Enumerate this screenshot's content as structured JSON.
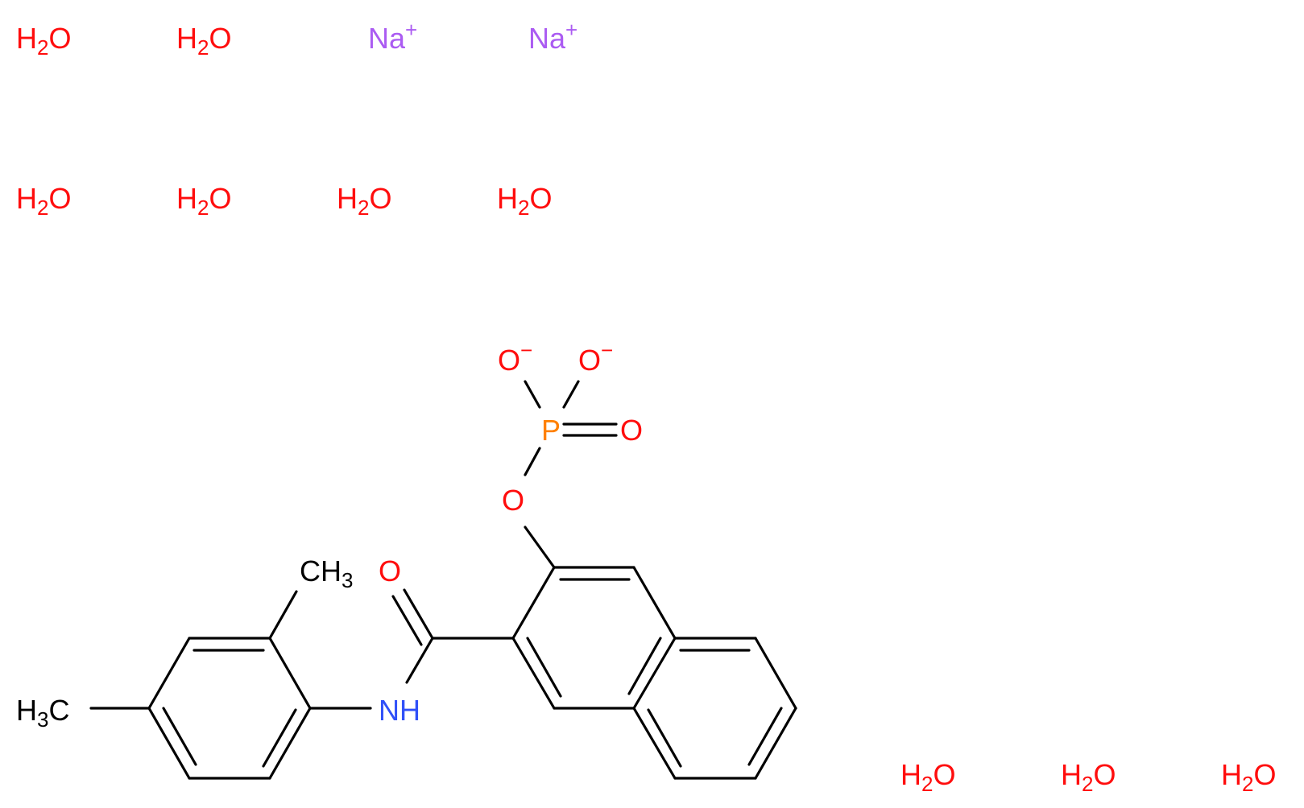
{
  "colors": {
    "oxygen": "#ff0d0d",
    "sodium": "#ab5cf2",
    "phosphorus": "#ff8000",
    "nitrogen": "#3050f8",
    "carbon": "#000000"
  },
  "waters": [
    {
      "base": "H",
      "sub": "2",
      "tail": "O"
    },
    {
      "base": "H",
      "sub": "2",
      "tail": "O"
    },
    {
      "base": "H",
      "sub": "2",
      "tail": "O"
    },
    {
      "base": "H",
      "sub": "2",
      "tail": "O"
    },
    {
      "base": "H",
      "sub": "2",
      "tail": "O"
    },
    {
      "base": "H",
      "sub": "2",
      "tail": "O"
    },
    {
      "base": "H",
      "sub": "2",
      "tail": "O"
    },
    {
      "base": "H",
      "sub": "2",
      "tail": "O"
    },
    {
      "base": "H",
      "sub": "2",
      "tail": "O"
    }
  ],
  "ions": [
    {
      "symbol": "Na",
      "charge": "+"
    },
    {
      "symbol": "Na",
      "charge": "+"
    }
  ],
  "atoms": {
    "o_minus_1": {
      "symbol": "O",
      "charge": "−"
    },
    "o_minus_2": {
      "symbol": "O",
      "charge": "−"
    },
    "phosphorus": {
      "symbol": "P"
    },
    "o_double_p": {
      "symbol": "O"
    },
    "o_ester": {
      "symbol": "O"
    },
    "o_carbonyl": {
      "symbol": "O"
    },
    "nh": {
      "symbol": "NH"
    },
    "ch3_top": {
      "base": "CH",
      "sub": "3"
    },
    "h3c_left": {
      "lead": "H",
      "sub": "3",
      "base": "C"
    }
  }
}
